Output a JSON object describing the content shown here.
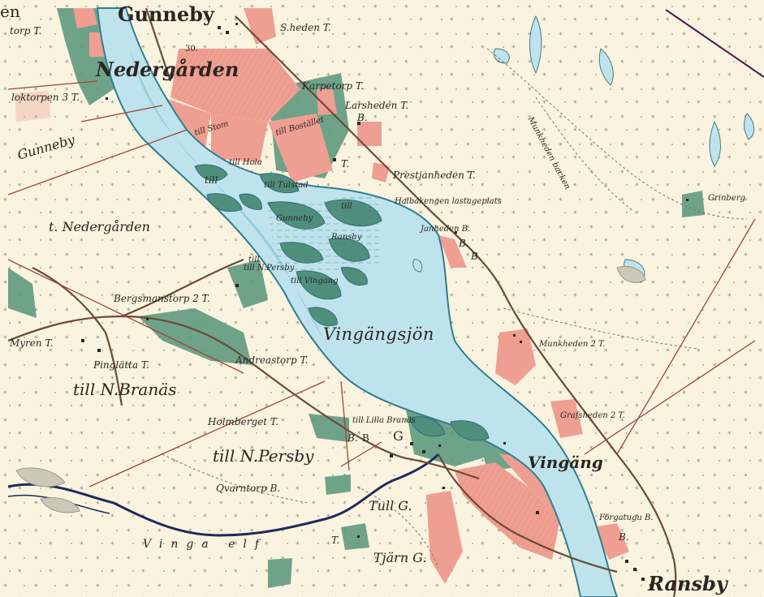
{
  "map": {
    "colors": {
      "paper": "#f9f3df",
      "farmland": "#ef9f92",
      "meadow": "#5f9a80",
      "water": "#bfe3ec",
      "water_edge": "#2e7f90",
      "road": "#6b4a38",
      "boundary": "#a0453a",
      "river_line": "#1f2a5c",
      "parish_line": "#4b1c55"
    },
    "labels": {
      "gunneby_village": "Gunneby",
      "nedergarden_village": "Nedergården",
      "sheden": "S.heden T.",
      "en": "en",
      "torp_t": "torp T.",
      "so": "30.",
      "karpetorp": "Karpetorp T.",
      "larsheden": "Larsheden T.",
      "b1": "B.",
      "loktorpen": "loktorpen 3 T.",
      "gunneby_area": "Gunneby",
      "till_stom": "till Stom",
      "till_hola": "till Hola",
      "till_bostalle": "till Bostället",
      "till_1": "till",
      "t1": "T.",
      "prestjanheden": "Prestjanheden T.",
      "till_tulstad": "till Tulstad",
      "till_2": "till",
      "gunneby_lake": "Gunneby",
      "till_3": "till",
      "ransby_lake": "Ransby",
      "halbakengen": "Halbakengen lastageplats",
      "grinberg": "Grinberg",
      "nedergarden_area": "t. Nedergården",
      "janheden": "Janheden B.",
      "b2": "B.",
      "b3": "B.",
      "till_vingang": "till Vingang",
      "till_n_persby_small": "till N.Persby",
      "bergsmanstorp": "Bergsmanstorp 2 T.",
      "vingangsjon": "Vingängsjön",
      "myren": "Myren T.",
      "pinglatta": "Pinglätta T.",
      "andreastorp": "Andreastorp T.",
      "munkheden": "Munkheden 2 T.",
      "till_n_branas": "till N.Branäs",
      "grafsheden": "Grafsheden 2 T.",
      "holmberget": "Holmberget T.",
      "till_lilla_branas": "till Lilla Branäs",
      "b_g": "B",
      "g": "G",
      "b4": "B.",
      "till_n_persby": "till N.Persby",
      "vingang": "Vingäng",
      "quarntorp": "Qvarntorp B.",
      "tull_g": "Tull G.",
      "t2": "T.",
      "forgatugu": "Förgatugu B.",
      "b5": "B.",
      "vinga_elf": "Vinga elf",
      "tjarn": "Tjärn G.",
      "ransby_village": "Ransby",
      "munkheden_baken": "Munkheden backen"
    }
  }
}
